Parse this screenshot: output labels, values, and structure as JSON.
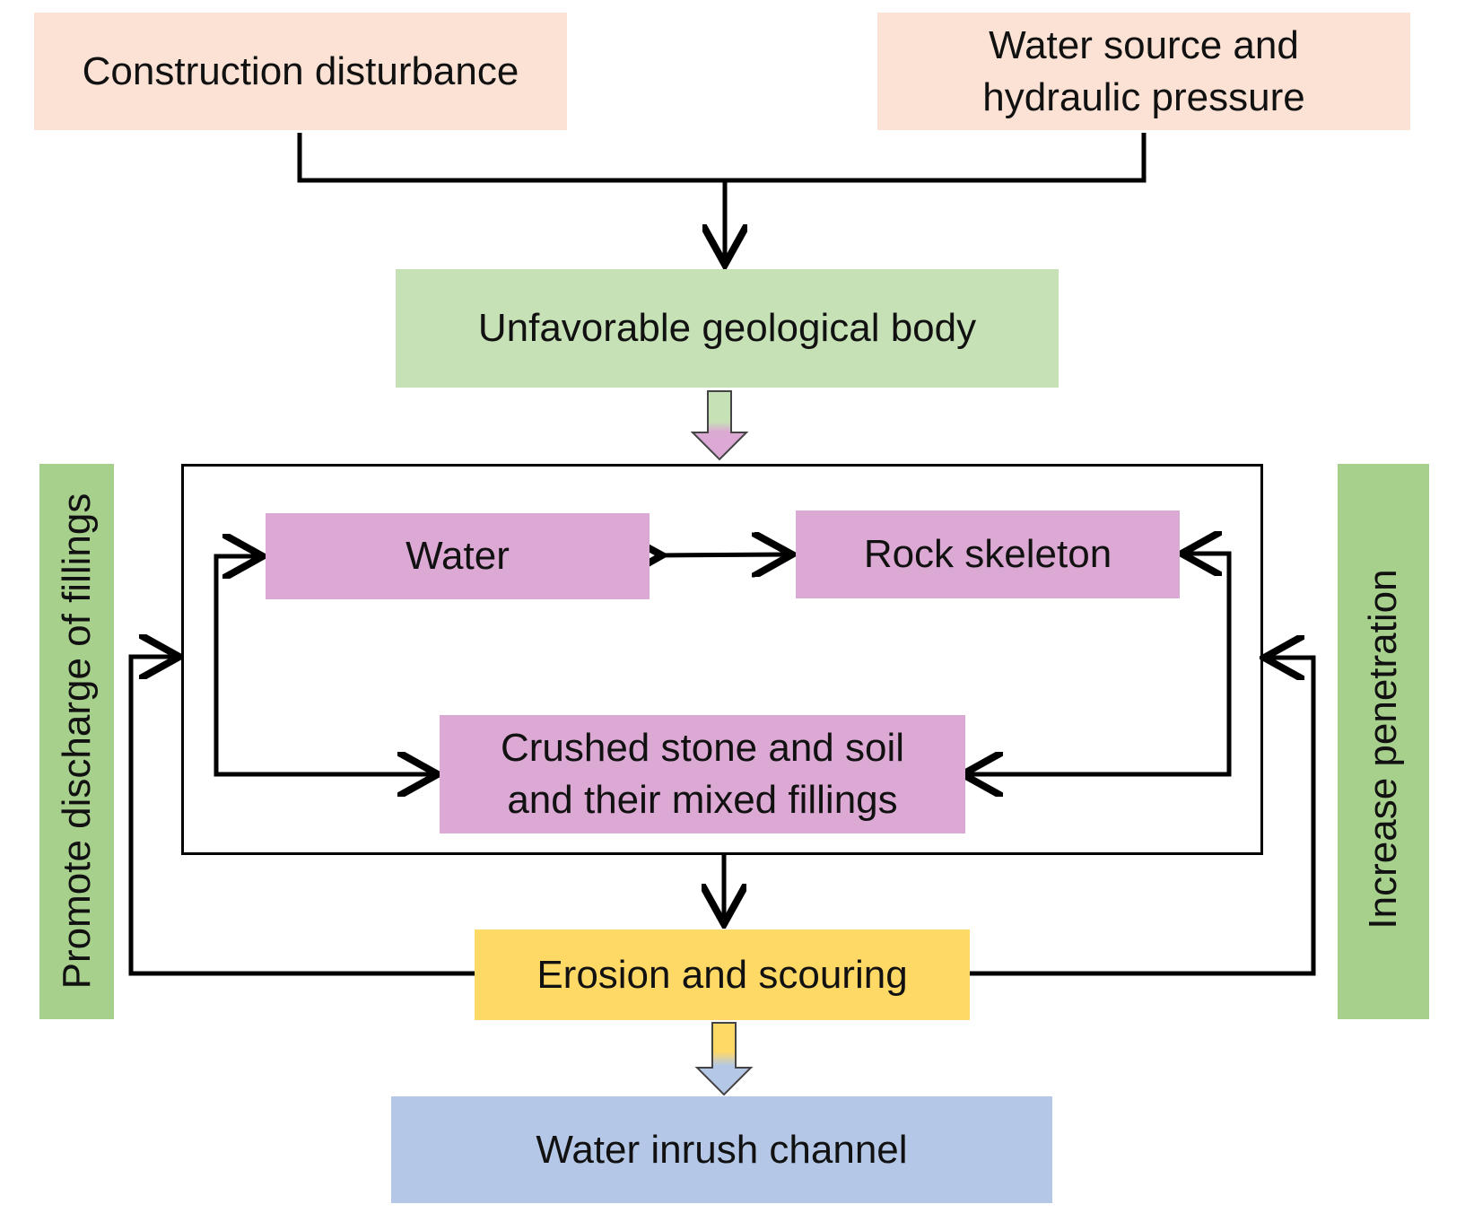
{
  "nodes": {
    "construction": "Construction disturbance",
    "water_source_line1": "Water source and",
    "water_source_line2": "hydraulic pressure",
    "unfavorable": "Unfavorable geological body",
    "water": "Water",
    "rock": "Rock skeleton",
    "crushed_line1": "Crushed stone and soil",
    "crushed_line2": "and their mixed fillings",
    "erosion": "Erosion and scouring",
    "channel": "Water inrush channel"
  },
  "side_labels": {
    "left": "Promote discharge of fillings",
    "right": "Increase penetration"
  },
  "colors": {
    "peach": "#fbe2d4",
    "green": "#c6e1b6",
    "pink": "#dca8d4",
    "yellow": "#ffd966",
    "blue": "#b4c7e7",
    "side_green": "#a8d08d"
  }
}
